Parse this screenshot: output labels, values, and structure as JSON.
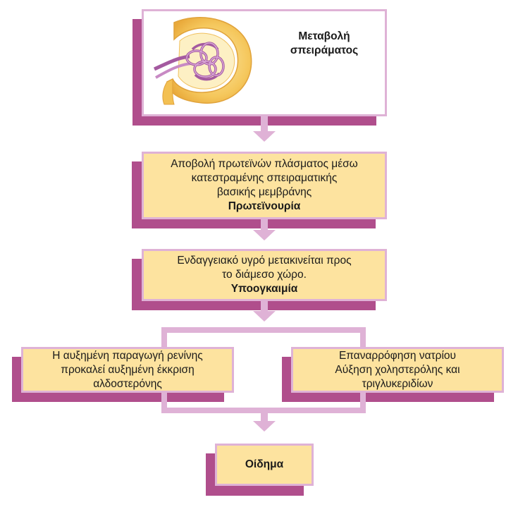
{
  "diagram": {
    "top_box": {
      "lines": [
        "Μεταβολή",
        "σπειράματος"
      ],
      "image_icon": "glomerulus-illustration"
    },
    "box2": {
      "lines": [
        "Αποβολή πρωτεϊνών πλάσματος μέσω",
        "κατεστραμένης σπειραματικής",
        "βασικής μεμβράνης"
      ],
      "bold": "Πρωτεϊνουρία"
    },
    "box3": {
      "lines": [
        "Ενδαγγειακό υγρό μετακινείται προς",
        "το διάμεσο χώρο."
      ],
      "bold": "Υποογκαιμία"
    },
    "box_left": {
      "lines": [
        "Η αυξημένη παραγωγή ρενίνης",
        "προκαλεί αυξημένη έκκριση",
        "αλδοστερόνης"
      ]
    },
    "box_right": {
      "lines": [
        "Επαναρρόφηση νατρίου",
        "Αύξηση χοληστερόλης και",
        "τριγλυκεριδίων"
      ]
    },
    "box_final": {
      "bold": "Οίδημα"
    },
    "colors": {
      "box_fill": "#fde39f",
      "border": "#dfb2d6",
      "shadow": "#b04e8c",
      "glomerulus_capsule": "#f6c356",
      "glomerulus_vessels": "#a45aa0"
    }
  }
}
